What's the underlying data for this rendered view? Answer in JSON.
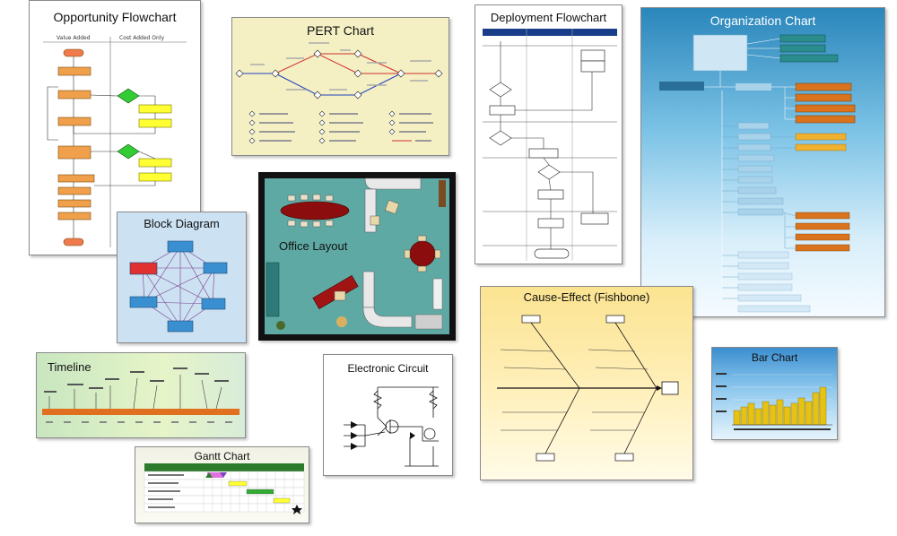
{
  "cards": {
    "opportunity": {
      "title": "Opportunity Flowchart",
      "col_left": "Value Added",
      "col_right": "Cost Added Only"
    },
    "pert": {
      "title": "PERT Chart"
    },
    "deployment": {
      "title": "Deployment Flowchart"
    },
    "organization": {
      "title": "Organization Chart"
    },
    "block": {
      "title": "Block Diagram"
    },
    "office": {
      "title": "Office Layout"
    },
    "cause_effect": {
      "title": "Cause-Effect (Fishbone)"
    },
    "timeline": {
      "title": "Timeline"
    },
    "circuit": {
      "title": "Electronic Circuit"
    },
    "bar": {
      "title": "Bar Chart"
    },
    "gantt": {
      "title": "Gantt Chart"
    }
  },
  "colors": {
    "flow_orange": "#f0a04b",
    "flow_yellow": "#ffff33",
    "flow_green": "#33cc33",
    "org_teal": "#2a8c8c",
    "org_orange": "#d9731e",
    "bar_yellow": "#e6c215",
    "office_floor": "#5fa9a4",
    "table_red": "#8c0d0d"
  }
}
